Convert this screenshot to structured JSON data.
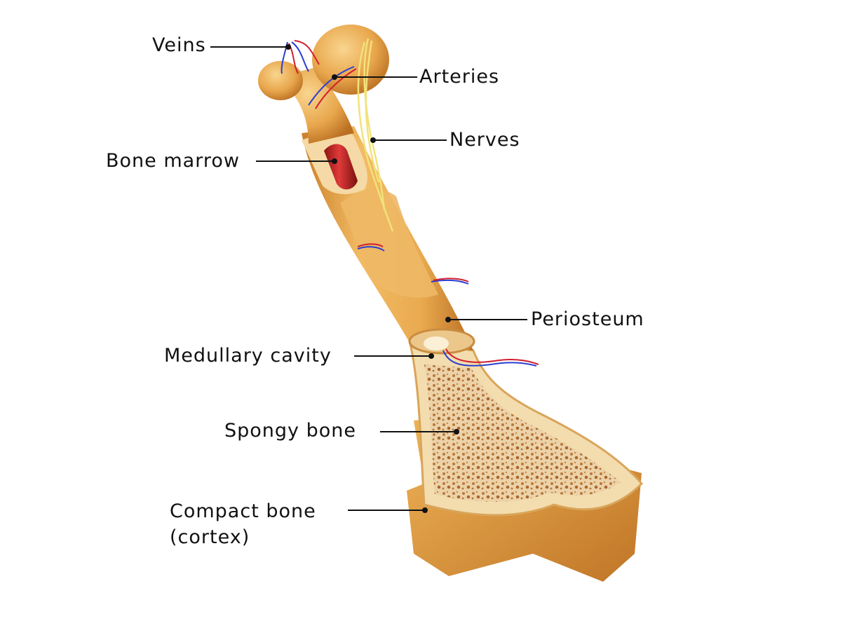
{
  "diagram": {
    "labels": {
      "veins": "Veins",
      "arteries": "Arteries",
      "nerves": "Nerves",
      "bone_marrow": "Bone marrow",
      "periosteum": "Periosteum",
      "medullary_cavity": "Medullary cavity",
      "spongy_bone": "Spongy bone",
      "compact_bone_line1": "Compact bone",
      "compact_bone_line2": "(cortex)"
    },
    "colors": {
      "bone": "#E9A94F",
      "bone_dark": "#C97F2A",
      "bone_light": "#F6CF86",
      "marrow": "#D42A2A",
      "vein": "#2B3FD0",
      "artery": "#D21E2E",
      "nerve": "#F2E27A",
      "spongy": "#E8C79B",
      "background": "#FFFFFF"
    }
  }
}
